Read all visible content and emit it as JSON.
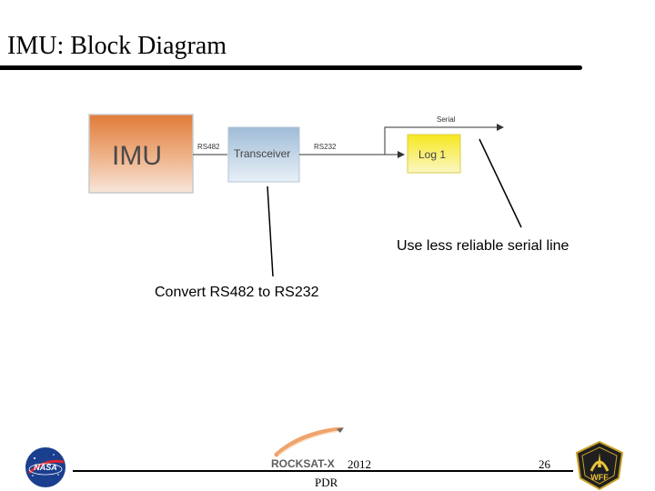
{
  "slide": {
    "title": "IMU: Block Diagram"
  },
  "diagram": {
    "imu_label": "IMU",
    "transceiver_label": "Transceiver",
    "log_label": "Log 1",
    "rs482_label": "RS482",
    "rs232_label": "RS232",
    "serial_label": "Serial"
  },
  "annotations": {
    "serial_note": "Use less reliable serial line",
    "convert_note": "Convert RS482 to RS232"
  },
  "footer": {
    "logo_text": "ROCKSAT-X",
    "year": "2012",
    "label": "PDR",
    "page_number": "26",
    "nasa_logo_text": "NASA",
    "wff_logo_text": "WFF"
  },
  "colors": {
    "imu_box_top": "#e07b39",
    "imu_box_bottom": "#f7e6da",
    "transceiver_box_top": "#9fbcd6",
    "transceiver_box_bottom": "#e8f0f7",
    "log_box_top": "#f6e71f",
    "log_box_bottom": "#fbf7c4"
  }
}
